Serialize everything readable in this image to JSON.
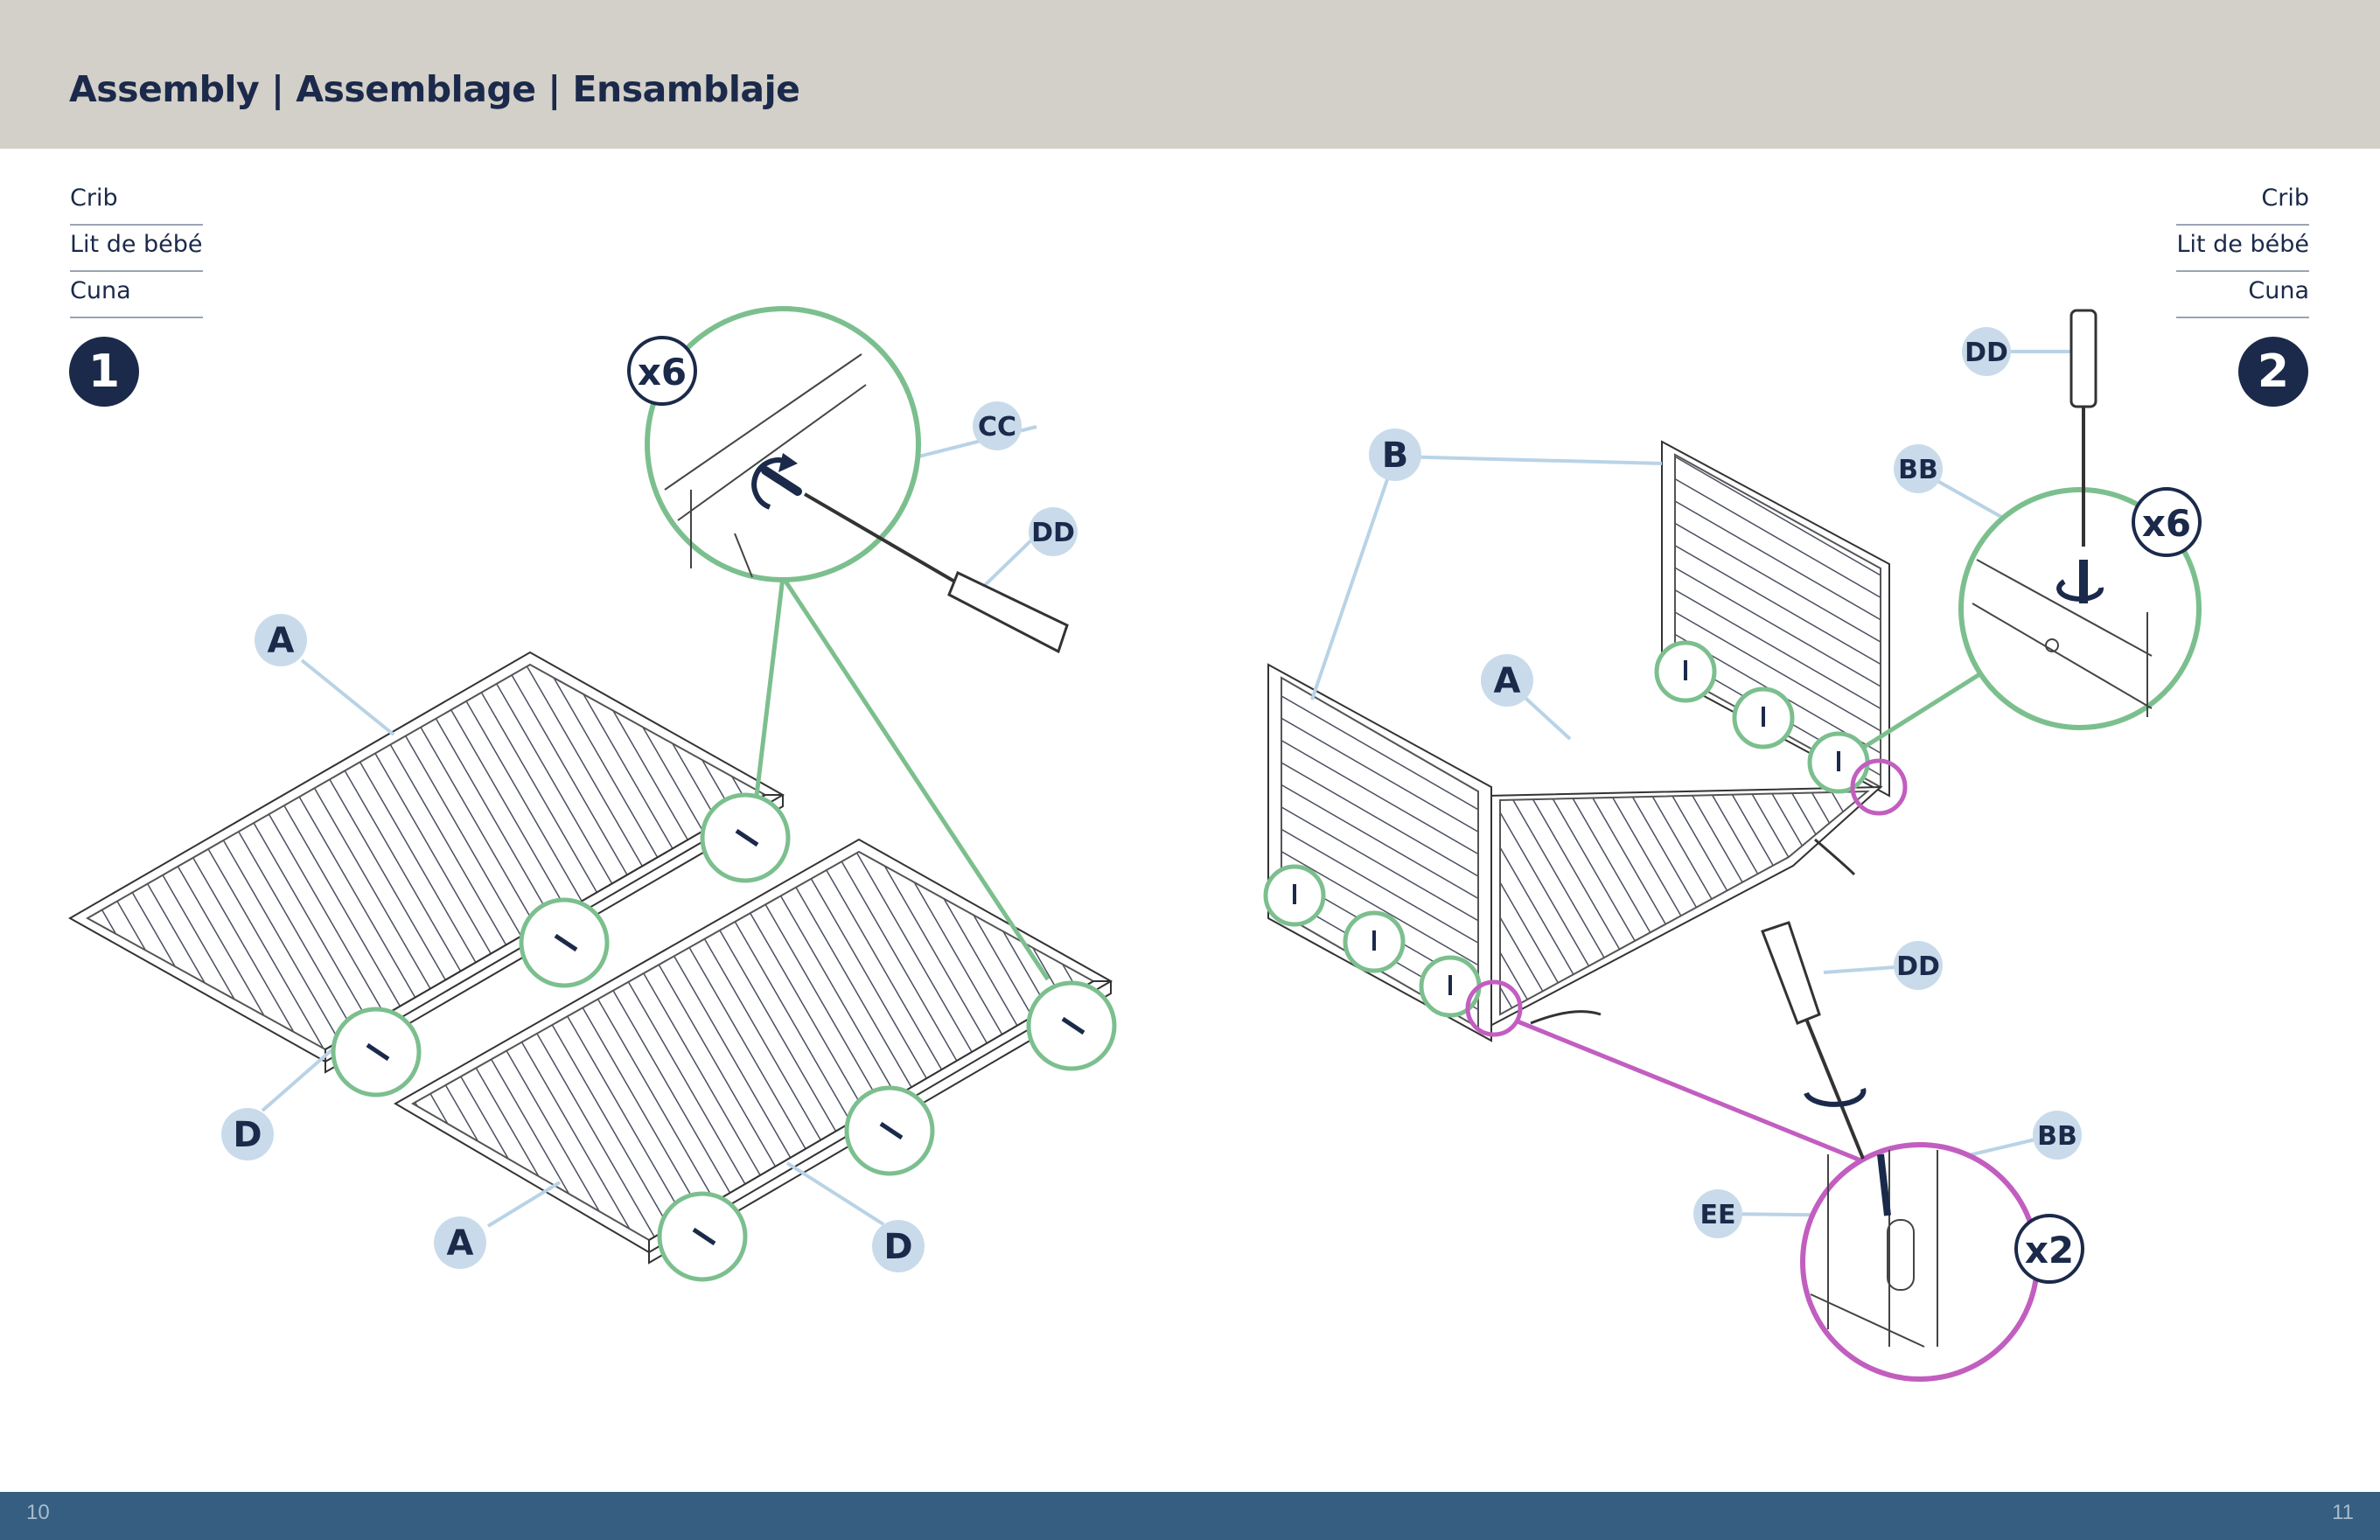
{
  "header": {
    "title": "Assembly | Assemblage | Ensamblaje"
  },
  "legend": [
    "Crib",
    "Lit de bébé",
    "Cuna"
  ],
  "steps": [
    "1",
    "2"
  ],
  "footer": {
    "page_left": "10",
    "page_right": "11"
  },
  "callouts": {
    "A": "A",
    "B": "B",
    "D": "D",
    "BB": "BB",
    "CC": "CC",
    "DD": "DD",
    "EE": "EE",
    "x6": "x6",
    "x2": "x2"
  },
  "colors": {
    "navy": "#1b2a4a",
    "header_bg": "#d3cfc9",
    "footer_bg": "#355e80",
    "green_callout": "#7cbf8e",
    "magenta_callout": "#c25ec0",
    "label_bubble": "#c9dbea"
  }
}
